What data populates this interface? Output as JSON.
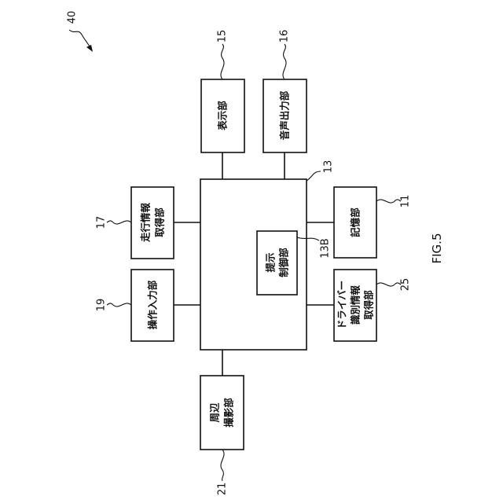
{
  "figure_number": "40",
  "figure_caption": "FIG.5",
  "blocks": {
    "control": {
      "ref": "13",
      "label": []
    },
    "sub": {
      "ref": "13B",
      "label": [
        "提示",
        "制御部"
      ]
    },
    "display": {
      "ref": "15",
      "label": [
        "表示部"
      ]
    },
    "audio": {
      "ref": "16",
      "label": [
        "音声出力部"
      ]
    },
    "travel": {
      "ref": "17",
      "label": [
        "走行情報",
        "取得部"
      ]
    },
    "operation": {
      "ref": "19",
      "label": [
        "操作入力部"
      ]
    },
    "camera": {
      "ref": "21",
      "label": [
        "周辺",
        "撮影部"
      ]
    },
    "storage": {
      "ref": "11",
      "label": [
        "記憶部"
      ]
    },
    "driver": {
      "ref": "25",
      "label": [
        "ドライバー",
        "識別情報",
        "取得部"
      ]
    }
  }
}
